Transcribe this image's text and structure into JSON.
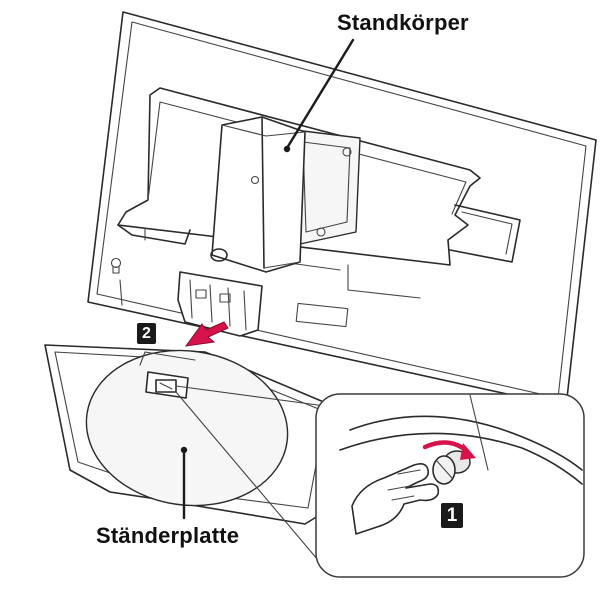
{
  "labels": {
    "stand_body": "Standkörper",
    "stand_base": "Ständerplatte"
  },
  "steps": {
    "first": "1",
    "second": "2"
  },
  "colors": {
    "line": "#2a2a2a",
    "arrow_accent": "#d6144b",
    "badge": "#1a1a1a"
  },
  "icons": {
    "push_arrow": "arrow-down-left-icon",
    "rotate_arrow": "rotate-clockwise-icon",
    "hand": "hand-icon",
    "screw": "thumb-screw-icon"
  }
}
